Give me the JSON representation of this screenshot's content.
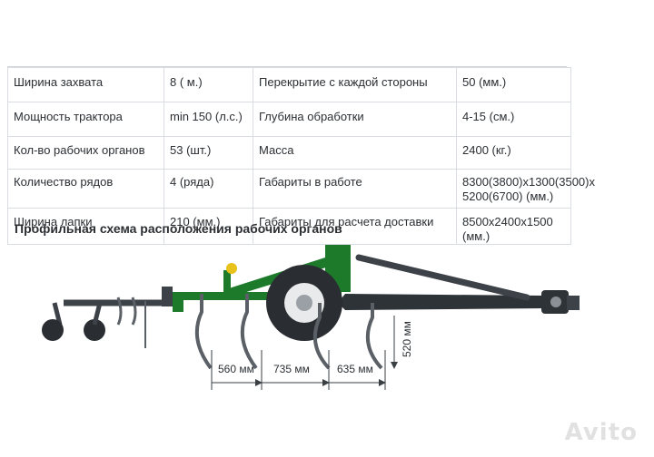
{
  "specs": [
    {
      "label1": "Ширина захвата",
      "value1": "8 ( м.)",
      "label2": "Перекрытие с каждой стороны",
      "value2": "50 (мм.)"
    },
    {
      "label1": "Мощность трактора",
      "value1": "min 150 (л.с.)",
      "label2": "Глубина обработки",
      "value2": "4-15 (см.)"
    },
    {
      "label1": "Кол-во рабочих органов",
      "value1": "53 (шт.)",
      "label2": "Масса",
      "value2": "2400 (кг.)"
    },
    {
      "label1": "Количество рядов",
      "value1": "4 (ряда)",
      "label2": "Габариты в работе",
      "value2": "8300(3800)x1300(3500)x 5200(6700) (мм.)"
    },
    {
      "label1": "Ширина лапки",
      "value1": "210 (мм.)",
      "label2": "Габариты для расчета доставки",
      "value2": "8500x2400x1500 (мм.)"
    }
  ],
  "section_title": "Профильная схема расположения рабочих органов",
  "dimensions": {
    "d1": "560 мм",
    "d2": "735 мм",
    "d3": "635 мм",
    "depth": "520 мм"
  },
  "colors": {
    "frame_green": "#1e7a2b",
    "dark_frame": "#3c4248",
    "tine": "#5a6066",
    "wheel": "#2a2e32"
  },
  "watermark": "Avito"
}
